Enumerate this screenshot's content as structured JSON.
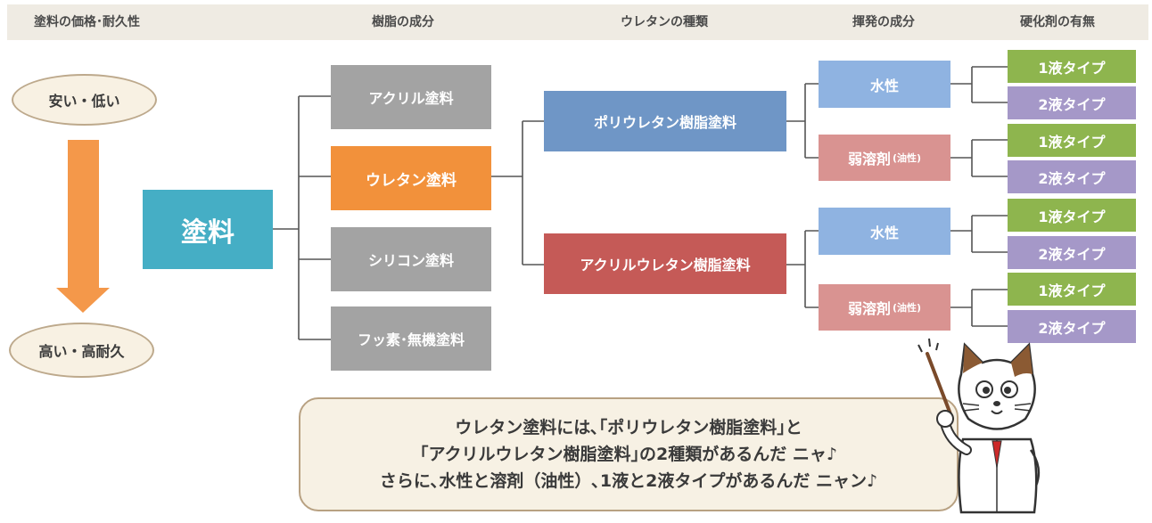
{
  "header": {
    "col1": "塗料の価格･耐久性",
    "col2": "樹脂の成分",
    "col3": "ウレタンの種類",
    "col4": "揮発の成分",
    "col5": "硬化剤の有無"
  },
  "scale": {
    "top": "安い・低い",
    "bottom": "高い・高耐久"
  },
  "main": "塗料",
  "materials": [
    "アクリル塗料",
    "ウレタン塗料",
    "シリコン塗料",
    "フッ素･無機塗料"
  ],
  "urethane_types": [
    "ポリウレタン樹脂塗料",
    "アクリルウレタン樹脂塗料"
  ],
  "solvents": {
    "water": "水性",
    "weak": "弱溶剤",
    "oil": "(油性)"
  },
  "hardener": {
    "one": "1液タイプ",
    "two": "2液タイプ"
  },
  "speech": {
    "line1": "ウレタン塗料には､｢ポリウレタン樹脂塗料｣と",
    "line2": "｢アクリルウレタン樹脂塗料｣の2種類があるんだ ニャ♪",
    "line3": "さらに､水性と溶剤（油性）､1液と2液タイプがあるんだ ニャン♪"
  },
  "colors": {
    "main": "#45aec5",
    "urethane": "#f2913b",
    "poly": "#6f96c6",
    "acryl_urethane": "#c55a57",
    "one_liquid": "#8eb54e",
    "two_liquid": "#a598c8",
    "arrow": "#f4984a"
  }
}
